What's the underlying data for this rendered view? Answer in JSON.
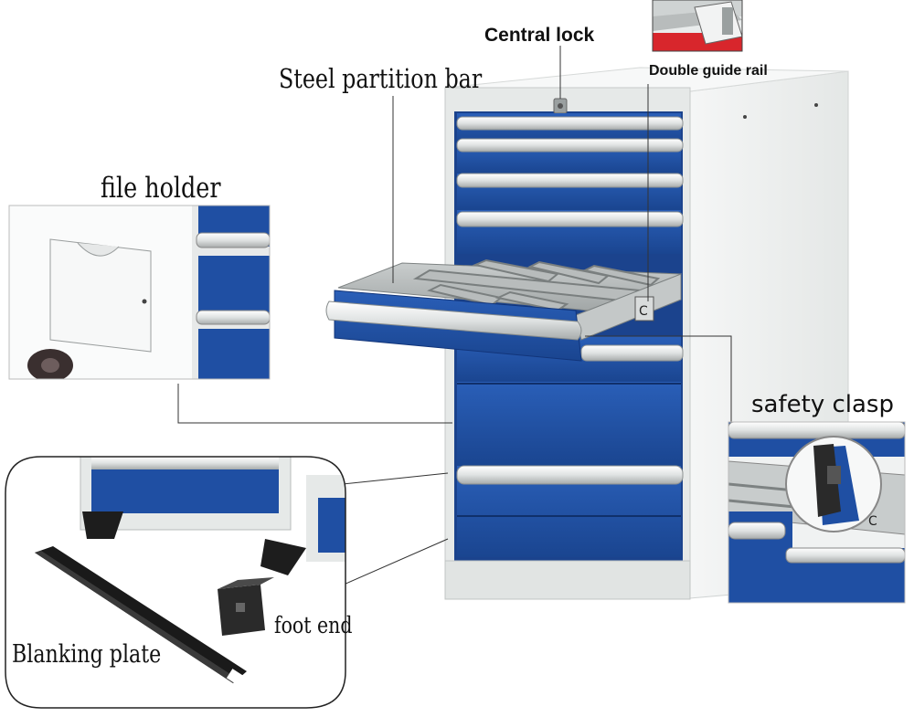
{
  "labels": {
    "central_lock": "Central lock",
    "double_guide_rail": "Double guide rail",
    "steel_partition_bar": "Steel partition bar",
    "file_holder": "file holder",
    "safety_clasp": "safety clasp",
    "blanking_plate": "Blanking plate",
    "foot_end": "foot end"
  },
  "colors": {
    "drawer_blue": "#1f4fa3",
    "drawer_blue_dark": "#173c80",
    "cabinet_body": "#e8ebe9",
    "cabinet_side": "#f2f4f3",
    "handle_light": "#eef0f0",
    "leader_line": "#333333",
    "callout_border": "#222222"
  },
  "icons": {
    "lock": "lock-icon",
    "rail_clip": "rail-clip-icon"
  }
}
